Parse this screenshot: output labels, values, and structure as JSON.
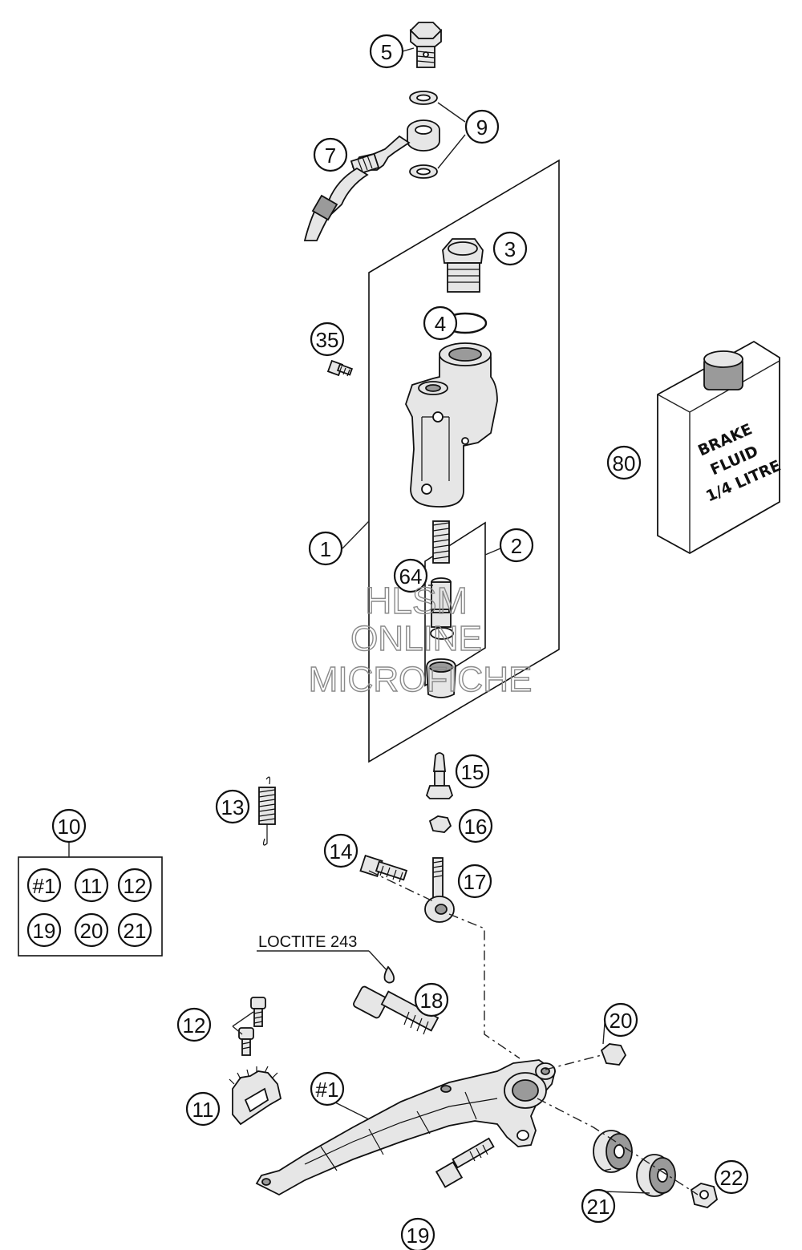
{
  "callouts": [
    {
      "id": "c5",
      "label": "5"
    },
    {
      "id": "c9",
      "label": "9"
    },
    {
      "id": "c7",
      "label": "7"
    },
    {
      "id": "c3",
      "label": "3"
    },
    {
      "id": "c4",
      "label": "4"
    },
    {
      "id": "c35",
      "label": "35"
    },
    {
      "id": "c80",
      "label": "80"
    },
    {
      "id": "c1",
      "label": "1"
    },
    {
      "id": "c2",
      "label": "2"
    },
    {
      "id": "c64",
      "label": "64"
    },
    {
      "id": "c15",
      "label": "15"
    },
    {
      "id": "c13",
      "label": "13"
    },
    {
      "id": "c16",
      "label": "16"
    },
    {
      "id": "c10",
      "label": "10"
    },
    {
      "id": "c14",
      "label": "14"
    },
    {
      "id": "c17",
      "label": "17"
    },
    {
      "id": "c18",
      "label": "18"
    },
    {
      "id": "c12",
      "label": "12"
    },
    {
      "id": "c20",
      "label": "20"
    },
    {
      "id": "c11",
      "label": "11"
    },
    {
      "id": "c1hash",
      "label": "#1"
    },
    {
      "id": "c22",
      "label": "22"
    },
    {
      "id": "c21",
      "label": "21"
    },
    {
      "id": "c19",
      "label": "19"
    }
  ],
  "kit_contents": [
    "#1",
    "11",
    "12",
    "19",
    "20",
    "21"
  ],
  "bottle_label": [
    "BRAKE",
    "FLUID",
    "1/4 LITRE"
  ],
  "loctite_note": "LOCTITE 243",
  "watermark": [
    "HLSM",
    "ONLINE",
    "MICROFICHE"
  ]
}
